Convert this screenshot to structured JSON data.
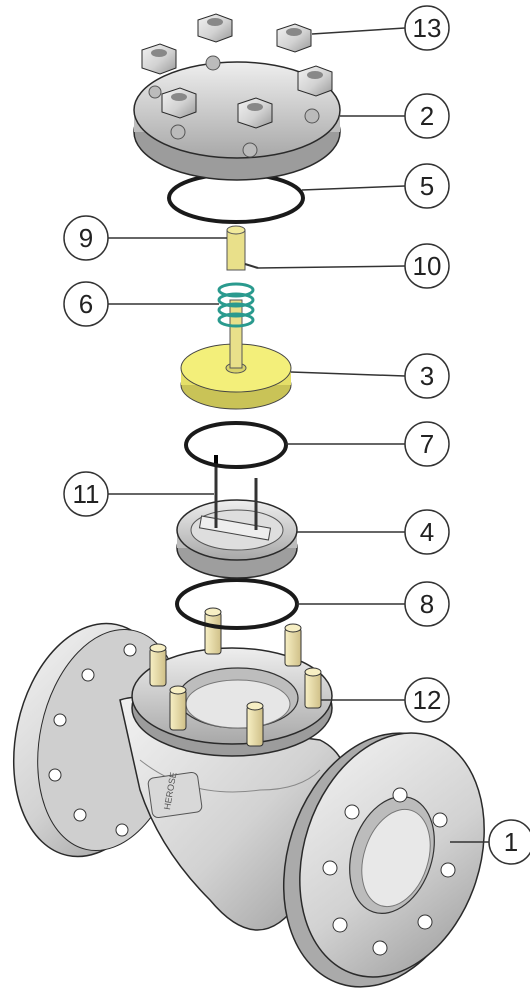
{
  "diagram": {
    "callouts": [
      {
        "id": "13"
      },
      {
        "id": "2"
      },
      {
        "id": "5"
      },
      {
        "id": "9"
      },
      {
        "id": "10"
      },
      {
        "id": "6"
      },
      {
        "id": "3"
      },
      {
        "id": "7"
      },
      {
        "id": "11"
      },
      {
        "id": "4"
      },
      {
        "id": "8"
      },
      {
        "id": "12"
      },
      {
        "id": "1"
      }
    ],
    "colors": {
      "metal_light": "#e2e2e2",
      "metal_mid": "#c4c4c4",
      "metal_dark": "#8e8e8e",
      "outline": "#2a2a2a",
      "stud_yellow": "#efe3a8",
      "disc_yellow": "#f3ef7a",
      "spring_teal": "#2a9a8e",
      "ring_black": "#1a1a1a"
    },
    "body_mark": "HEROSE"
  }
}
